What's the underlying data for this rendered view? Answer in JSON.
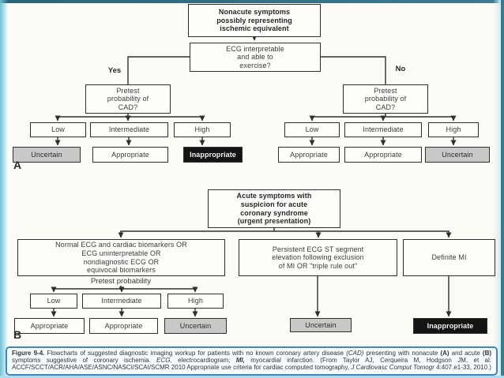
{
  "panel_a": {
    "label": "A",
    "start_box": "Nonacute symptoms\npossibly representing\nischemic equivalent",
    "decision_box": "ECG interpretable\nand able to\nexercise?",
    "yes_label": "Yes",
    "no_label": "No",
    "pretest_box": "Pretest\nprobability of\nCAD?",
    "yes_branch": {
      "low": "Low",
      "intermediate": "Intermediate",
      "high": "High",
      "low_outcome": "Uncertain",
      "intermediate_outcome": "Appropriate",
      "high_outcome": "Inappropriate"
    },
    "no_branch": {
      "low": "Low",
      "intermediate": "Intermediate",
      "high": "High",
      "low_outcome": "Appropriate",
      "intermediate_outcome": "Appropriate",
      "high_outcome": "Uncertain"
    }
  },
  "panel_b": {
    "label": "B",
    "start_box": "Acute symptoms with\nsuspicion for acute\ncoronary syndrome\n(urgent presentation)",
    "normal_box": "Normal ECG and cardiac biomarkers OR\nECG uninterpretable OR\nnondiagnostic ECG OR\nequivocal biomarkers",
    "st_box": "Persistent ECG ST segment\nelevation following exclusion\nof MI OR \"triple rule out\"",
    "mi_box": "Definite MI",
    "pretest_label": "Pretest probability",
    "low": "Low",
    "intermediate": "Intermediate",
    "high": "High",
    "low_outcome": "Appropriate",
    "intermediate_outcome": "Appropriate",
    "high_outcome": "Uncertain",
    "st_outcome": "Uncertain",
    "mi_outcome": "Inappropriate"
  },
  "caption": {
    "segments": [
      {
        "text": "Figure 9-4.",
        "style": "bold"
      },
      {
        "text": " Flowcharts of suggested diagnostic imaging workup for patients with no known coronary artery disease ",
        "style": ""
      },
      {
        "text": "(CAD)",
        "style": "italic"
      },
      {
        "text": " presenting with nonacute ",
        "style": ""
      },
      {
        "text": "(A)",
        "style": "bold"
      },
      {
        "text": " and acute ",
        "style": ""
      },
      {
        "text": "(B)",
        "style": "bold"
      },
      {
        "text": " symptoms suggestive of coronary ischemia. ",
        "style": ""
      },
      {
        "text": "ECG,",
        "style": "italic"
      },
      {
        "text": " electrocardiogram; ",
        "style": ""
      },
      {
        "text": "MI,",
        "style": "bold-italic"
      },
      {
        "text": " myocardial infarction. (From Taylor AJ, Cerqueira M, Hodgson JM, et al: ACCF/SCCT/ACR/AHA/ASE/ASNC/NASCI/SCAI/SCMR 2010 Appropriate use criteria for cardiac computed tomography, ",
        "style": ""
      },
      {
        "text": "J Cardiovasc Comput Tomogr",
        "style": "italic"
      },
      {
        "text": " 4:407.e1-33, 2010.)",
        "style": ""
      }
    ]
  },
  "colors": {
    "outcome_uncertain_bg": "#c8c8c8",
    "outcome_inappropriate_bg": "#141414",
    "outcome_appropriate_bg": "#fefdf9",
    "box_border": "#2f2f2f",
    "frame_top_teal": "#2d6e82",
    "frame_side_cyan": "#6cc0d8",
    "caption_border": "#4186bc"
  }
}
